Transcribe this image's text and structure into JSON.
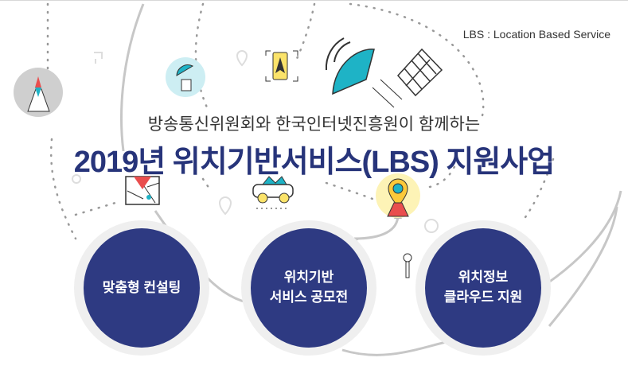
{
  "note": "LBS : Location Based Service",
  "subtitle": "방송통신위원회와 한국인터넷진흥원이 함께하는",
  "title": "2019년 위치기반서비스(LBS) 지원사업",
  "programs": [
    {
      "lines": [
        "맞춤형 컨설팅"
      ]
    },
    {
      "lines": [
        "위치기반",
        "서비스 공모전"
      ]
    },
    {
      "lines": [
        "위치정보",
        "클라우드 지원"
      ]
    }
  ],
  "colors": {
    "navy": "#2e3a82",
    "teal": "#1eb3c6",
    "yellow": "#fbe36a",
    "red": "#e94e4e"
  }
}
